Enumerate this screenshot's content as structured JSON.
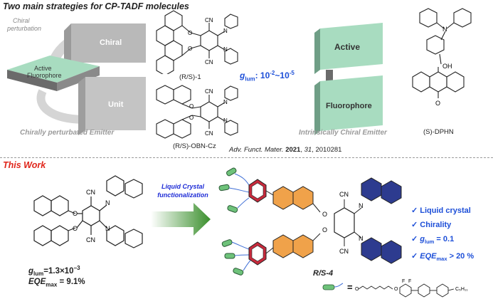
{
  "top": {
    "heading": "Two main strategies for CP-TADF molecules",
    "left_block": {
      "chiral_perturbation": [
        "Chiral",
        "perturbation"
      ],
      "chiral_label": "Chiral",
      "active_fluorophore": [
        "Active",
        "Fluorophore"
      ],
      "unit_label": "Unit",
      "caption": "Chirally perturbated Emitter"
    },
    "molecule1_label": "(R/S)-1",
    "molecule2_label": "(R/S)-OBN-Cz",
    "glum": {
      "g": "g",
      "sub": "lum",
      "value": ": 10",
      "exp1": "-2",
      "tilde": "~10",
      "exp2": "-5"
    },
    "right_block": {
      "active_label": "Active",
      "fluorophore_label": "Fluorophore",
      "caption": "Intrinsically Chiral Emitter"
    },
    "dphn_label": "(S)-DPHN",
    "dphn_oh": "OH",
    "dphn_o": "O",
    "citation": {
      "journal": "Adv. Funct. Mater.",
      "year": "2021",
      "vol": "31",
      "page": ", 2010281"
    }
  },
  "bottom": {
    "heading": "This Work",
    "arrow_label": [
      "Liquid Crystal",
      "functionalization"
    ],
    "left_glum": {
      "g": "g",
      "sub": "lum",
      "value": "=1.3×10",
      "exp": "−3"
    },
    "left_eqe": {
      "eqe": "EQE",
      "sub": "max",
      "value": " = 9.1%"
    },
    "product_label": "R/S-4",
    "features": [
      {
        "check": "✓",
        "text": "Liquid crystal"
      },
      {
        "check": "✓",
        "text": "Chirality"
      },
      {
        "check": "✓",
        "text": "g",
        "sub": "lum",
        "rest": " = 0.1"
      },
      {
        "check": "✓",
        "text": "EQE",
        "sub": "max",
        "rest": " > 20 %"
      }
    ],
    "legend_equals": "=",
    "legend_c5h11": "C₅H₁₁",
    "legend_f1": "F",
    "legend_f2": "F",
    "legend_o1": "O",
    "legend_o2": "O"
  },
  "atoms": {
    "cn": "CN",
    "n": "N",
    "o": "O"
  },
  "colors": {
    "heading_red": "#e0261b",
    "arrow_text": "#1d2bd6",
    "glum_blue": "#1d4fd8",
    "check_blue": "#1d4fd8",
    "arrow_green": "#3a8f2c",
    "red_ring": "#c72a3c",
    "orange_ring": "#f0a24a",
    "blue_ring": "#2d3b8f",
    "green_tail": "#6ec27a",
    "block_green": "#a8dcc0"
  }
}
